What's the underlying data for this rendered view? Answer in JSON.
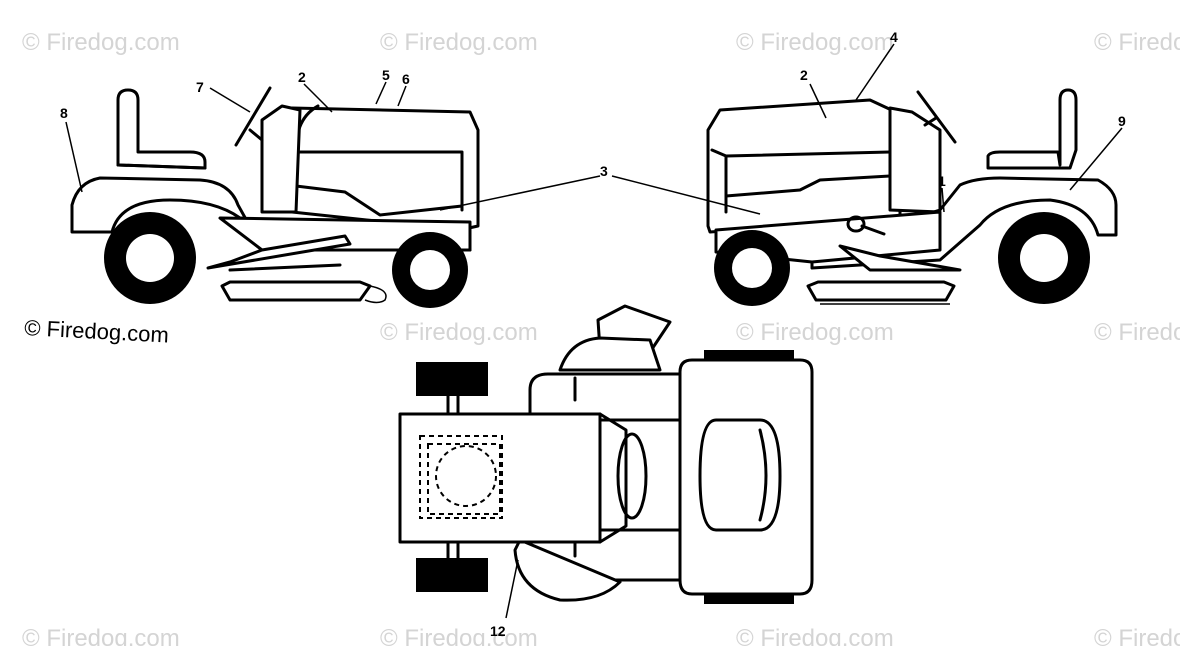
{
  "watermark": {
    "text": "© Firedog.com"
  },
  "copyright": {
    "text": "© Firedog.com"
  },
  "callouts": {
    "c1": "1",
    "c2": "2",
    "c2b": "2",
    "c3": "3",
    "c4": "4",
    "c5": "5",
    "c6": "6",
    "c7": "7",
    "c8": "8",
    "c9": "9",
    "c12": "12"
  }
}
